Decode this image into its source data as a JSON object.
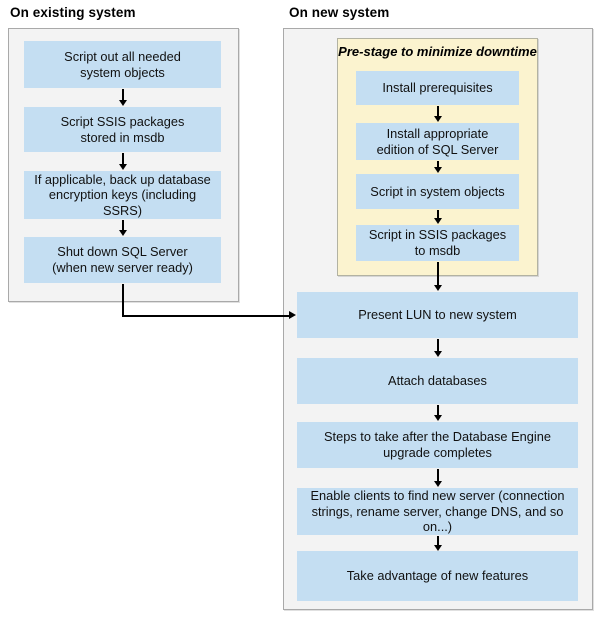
{
  "diagram": {
    "colors": {
      "step_fill": "#c4def2",
      "panel_fill": "#f3f3f3",
      "panel_border": "#a9a9a9",
      "prestage_fill": "#fbf3cf",
      "prestage_border": "#b2b2a2",
      "arrow": "#000000"
    },
    "left_panel": {
      "title": "On existing system",
      "steps": [
        "Script out all needed\nsystem objects",
        "Script SSIS packages\nstored in msdb",
        "If applicable, back up database\nencryption keys (including SSRS)",
        "Shut down SQL Server\n(when new server ready)"
      ]
    },
    "right_panel": {
      "title": "On new system",
      "prestage": {
        "title": "Pre-stage to minimize downtime",
        "steps": [
          "Install prerequisites",
          "Install appropriate\nedition of SQL Server",
          "Script in system objects",
          "Script in SSIS packages\nto msdb"
        ]
      },
      "steps": [
        "Present LUN to new system",
        "Attach databases",
        "Steps to take after the Database Engine\nupgrade completes",
        "Enable clients to find new server (connection\nstrings, rename server, change DNS, and so on...)",
        "Take advantage of new features"
      ]
    }
  }
}
